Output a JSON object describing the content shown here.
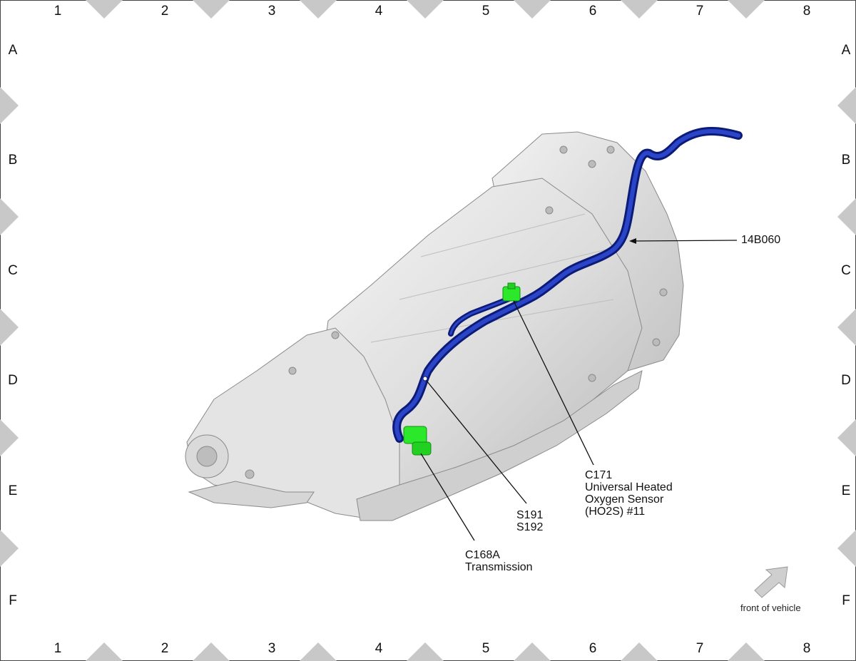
{
  "grid": {
    "columns": [
      "1",
      "2",
      "3",
      "4",
      "5",
      "6",
      "7",
      "8"
    ],
    "rows": [
      "A",
      "B",
      "C",
      "D",
      "E",
      "F"
    ]
  },
  "callouts": {
    "harness": {
      "id": "14B060"
    },
    "c171": {
      "id": "C171",
      "lines": [
        "Universal Heated",
        "Oxygen Sensor",
        "(HO2S) #11"
      ]
    },
    "splices": {
      "lines": [
        "S191",
        "S192"
      ]
    },
    "c168a": {
      "id": "C168A",
      "lines": [
        "Transmission"
      ]
    }
  },
  "orientation": {
    "label": "front of vehicle",
    "icon": "arrow-up-right-icon"
  },
  "colors": {
    "harness": "#1a2fa8",
    "connector": "#2be82b",
    "transmission": "#e2e2e2",
    "marker": "#c8c8c8"
  }
}
